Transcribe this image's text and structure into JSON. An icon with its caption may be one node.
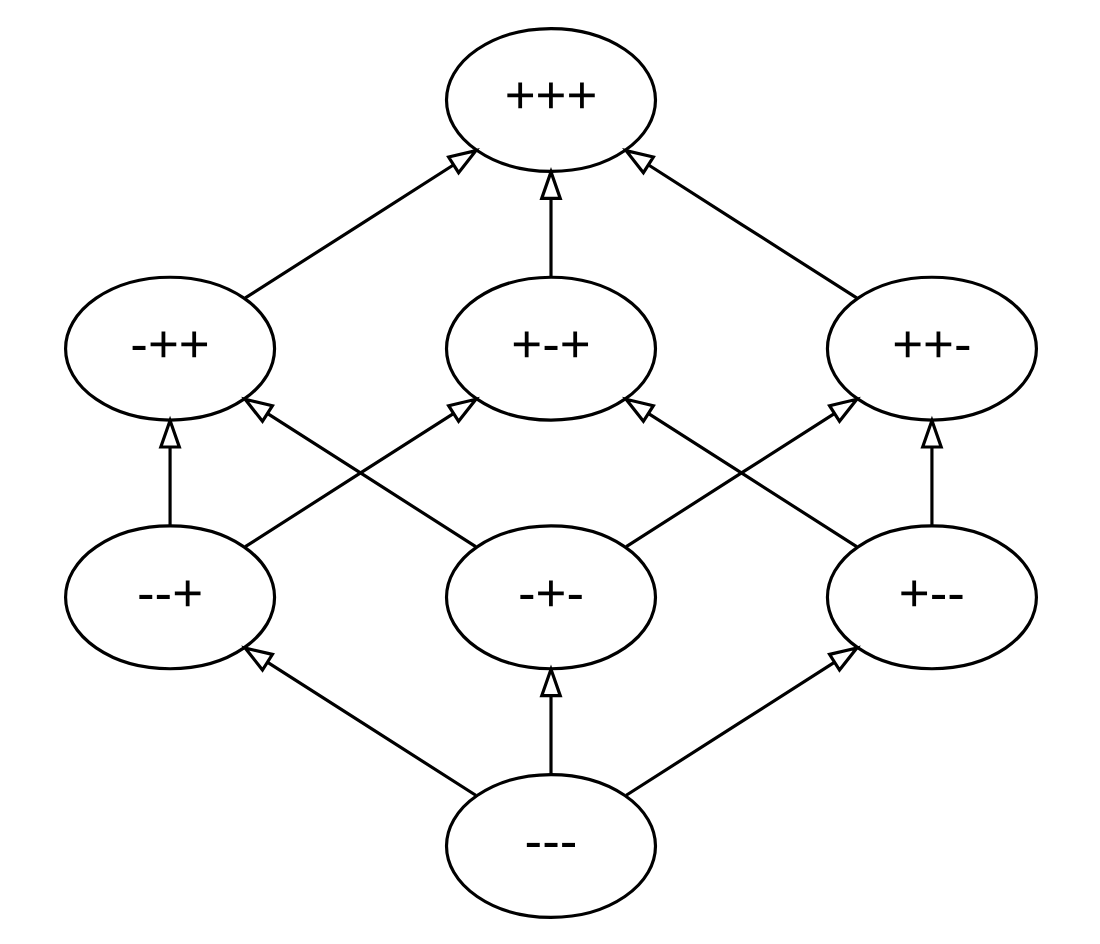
{
  "diagram": {
    "nodes": [
      {
        "text": [
          "+++"
        ]
      },
      {
        "text": [
          "-++"
        ]
      },
      {
        "text": [
          "+-+"
        ]
      },
      {
        "text": [
          "++-"
        ]
      },
      {
        "text": [
          "--+"
        ]
      },
      {
        "text": [
          "-+-"
        ]
      },
      {
        "text": [
          "+--"
        ]
      },
      {
        "text": [
          "---"
        ]
      }
    ],
    "edges": [
      {
        "from": 1,
        "to": 0,
        "arrow": "to"
      },
      {
        "from": 2,
        "to": 0,
        "arrow": "to"
      },
      {
        "from": 3,
        "to": 0,
        "arrow": "to"
      },
      {
        "from": 4,
        "to": 1,
        "arrow": "to"
      },
      {
        "from": 4,
        "to": 2,
        "arrow": "to"
      },
      {
        "from": 5,
        "to": 1,
        "arrow": "to"
      },
      {
        "from": 5,
        "to": 3,
        "arrow": "to"
      },
      {
        "from": 6,
        "to": 2,
        "arrow": "to"
      },
      {
        "from": 6,
        "to": 3,
        "arrow": "to"
      },
      {
        "from": 7,
        "to": 4,
        "arrow": "to"
      },
      {
        "from": 7,
        "to": 5,
        "arrow": "to"
      },
      {
        "from": 7,
        "to": 6,
        "arrow": "to"
      }
    ]
  }
}
